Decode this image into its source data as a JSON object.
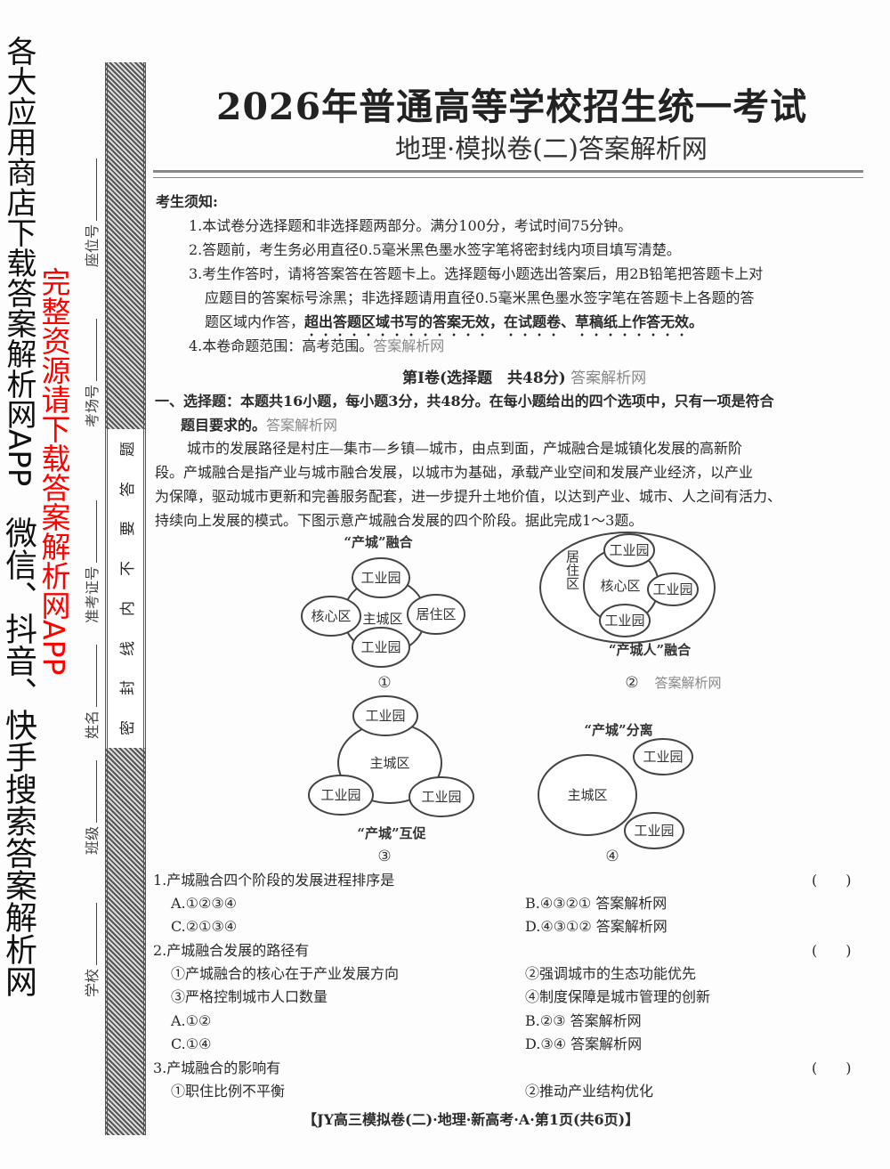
{
  "header": {
    "title": "2026年普通高等学校招生统一考试",
    "subtitle": "地理·模拟卷(二)答案解析网"
  },
  "margin": {
    "fields": [
      "座位号",
      "考场号",
      "准考证号",
      "姓名",
      "班级",
      "学校"
    ],
    "seal_text": [
      "题",
      "答",
      "要",
      "不",
      "内",
      "线",
      "封",
      "密"
    ]
  },
  "notice": {
    "heading": "考生须知:",
    "items": [
      "1.本试卷分选择题和非选择题两部分。满分100分，考试时间75分钟。",
      "2.答题前，考生务必用直径0.5毫米黑色墨水签字笔将密封线内项目填写清楚。",
      "3.考生作答时，请将答案答在答题卡上。选择题每小题选出答案后，用2B铅笔把答题卡上对",
      "应题目的答案标号涂黑；非选择题请用直径0.5毫米黑色墨水签字笔在答题卡上各题的答",
      "题区域内作答，",
      "超出答题区域书写的答案无效，在试题卷、草稿纸上作答无效。",
      "4.本卷命题范围：高考范围。",
      "答案解析网"
    ]
  },
  "section": {
    "title": "第Ⅰ卷(选择题　共48分)",
    "title_suffix": "答案解析网",
    "instr1": "一、选择题：本题共16小题，每小题3分，共48分。在每小题给出的四个选项中，只有一项是符合",
    "instr2": "题目要求的。",
    "instr2_suffix": "答案解析网"
  },
  "passage": [
    "城市的发展路径是村庄—集市—乡镇—城市，由点到面，产城融合是城镇化发展的高新阶",
    "段。产城融合是指产业与城市融合发展，以城市为基础，承载产业空间和发展产业经济，以产业",
    "为保障，驱动城市更新和完善服务配套，进一步提升土地价值，以达到产业、城市、人之间有活力、",
    "持续向上发展的模式。下图示意产城融合发展的四个阶段。据此完成1～3题。"
  ],
  "figures": {
    "f1": {
      "caption": "“产城”融合",
      "num": "①",
      "main": "主城区",
      "top": "工业园",
      "left": "核心区",
      "right": "居住区",
      "bottom": "工业园"
    },
    "f2": {
      "caption": "“产城人”融合",
      "num": "②",
      "suffix": "答案解析网",
      "outer": "居住区",
      "core": "核心区",
      "top": "工业园",
      "right": "工业园",
      "bottom": "工业园"
    },
    "f3": {
      "caption": "“产城”互促",
      "num": "③",
      "main": "主城区",
      "top": "工业园",
      "left": "工业园",
      "right": "工业园"
    },
    "f4": {
      "caption": "“产城”分离",
      "num": "④",
      "main": "主城区",
      "top": "工业园",
      "bottom": "工业园"
    }
  },
  "questions": [
    {
      "stem": "1.产城融合四个阶段的发展进程排序是",
      "bracket": "(　　)",
      "options": [
        "A.①②③④",
        "B.④③②①  答案解析网",
        "C.②①③④",
        "D.④③①②  答案解析网"
      ]
    },
    {
      "stem": "2.产城融合发展的路径有",
      "bracket": "(　　)",
      "statements": [
        "①产城融合的核心在于产业发展方向",
        "②强调城市的生态功能优先",
        "③严格控制城市人口数量",
        "④制度保障是城市管理的创新"
      ],
      "options": [
        "A.①②",
        "B.②③  答案解析网",
        "C.①④",
        "D.③④  答案解析网"
      ]
    },
    {
      "stem": "3.产城融合的影响有",
      "bracket": "(　　)",
      "statements": [
        "①职住比例不平衡",
        "②推动产业结构优化"
      ]
    }
  ],
  "footer": "【JY高三模拟卷(二)·地理·新高考·A·第1页(共6页)】",
  "watermarks": {
    "top_left": "各大应用商店下载答案解析网APP",
    "center": "完整资源请下载答案解析网APP",
    "bottom_right": "微信、抖音、快手搜索答案解析网",
    "center_color": "#ff0000"
  }
}
